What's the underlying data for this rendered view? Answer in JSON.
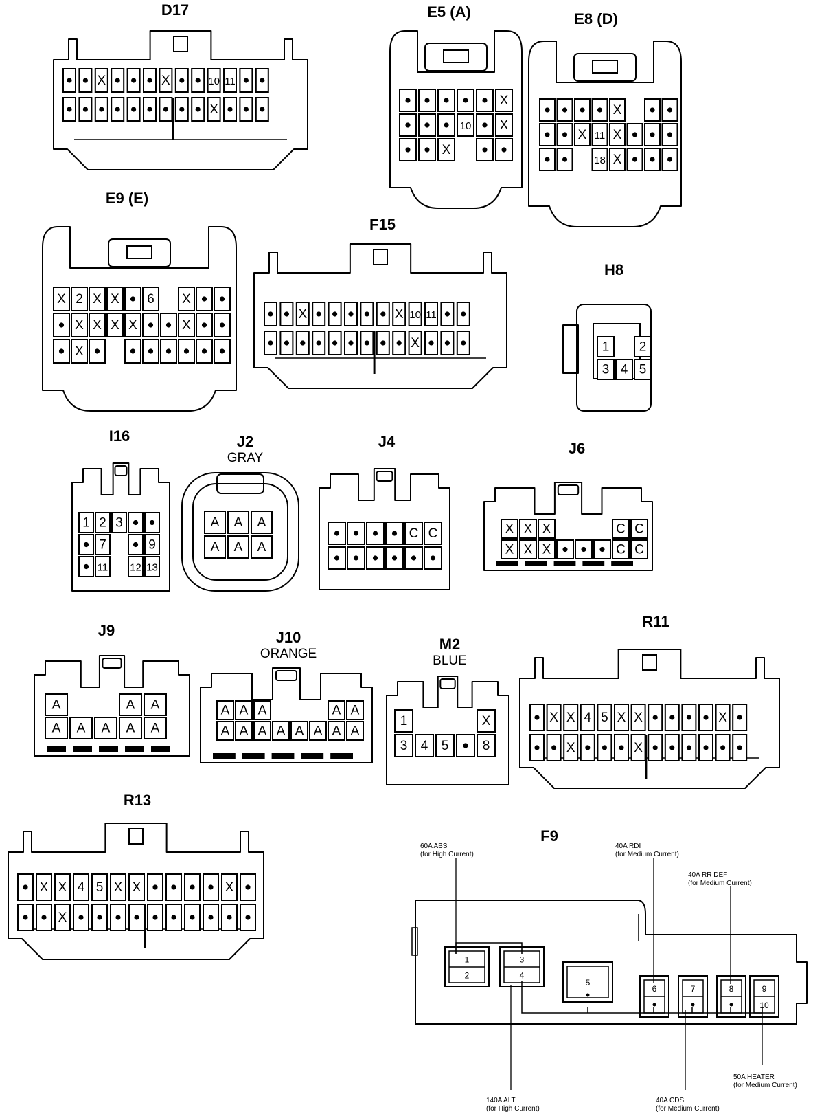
{
  "connectors": [
    {
      "id": "D17",
      "title": "D17",
      "subtitle": "",
      "rows": [
        [
          "•",
          "•",
          "X",
          "•",
          "•",
          "•",
          "X",
          "•",
          "•",
          "10",
          "11",
          "•",
          "•"
        ],
        [
          "•",
          "•",
          "•",
          "•",
          "•",
          "•",
          "•",
          "•",
          "•",
          "X",
          "•",
          "•",
          "•"
        ]
      ]
    },
    {
      "id": "E5",
      "title": "E5 (A)",
      "subtitle": "",
      "rows": [
        [
          "•",
          "•",
          "•",
          "•",
          "•",
          "X"
        ],
        [
          "•",
          "•",
          "•",
          "10",
          "•",
          "X"
        ],
        [
          "•",
          "•",
          "X",
          "",
          "•",
          "•"
        ]
      ]
    },
    {
      "id": "E8",
      "title": "E8 (D)",
      "subtitle": "",
      "rows": [
        [
          "•",
          "•",
          "•",
          "•",
          "X",
          "",
          "•",
          "•"
        ],
        [
          "•",
          "•",
          "X",
          "11",
          "X",
          "•",
          "•",
          "•"
        ],
        [
          "•",
          "•",
          "",
          "18",
          "X",
          "•",
          "•",
          "•"
        ]
      ]
    },
    {
      "id": "E9",
      "title": "E9 (E)",
      "subtitle": "",
      "rows": [
        [
          "X",
          "2",
          "X",
          "X",
          "•",
          "6",
          "",
          "X",
          "•",
          "•"
        ],
        [
          "•",
          "X",
          "X",
          "X",
          "X",
          "•",
          "•",
          "X",
          "•",
          "•"
        ],
        [
          "•",
          "X",
          "•",
          "",
          "•",
          "•",
          "•",
          "•",
          "•",
          "•"
        ]
      ]
    },
    {
      "id": "F15",
      "title": "F15",
      "subtitle": "",
      "rows": [
        [
          "•",
          "•",
          "X",
          "•",
          "•",
          "•",
          "•",
          "•",
          "X",
          "10",
          "11",
          "•",
          "•"
        ],
        [
          "•",
          "•",
          "•",
          "•",
          "•",
          "•",
          "•",
          "•",
          "•",
          "X",
          "•",
          "•",
          "•"
        ]
      ]
    },
    {
      "id": "H8",
      "title": "H8",
      "subtitle": "",
      "rows": [
        [
          "1",
          "",
          "2"
        ],
        [
          "3",
          "4",
          "5"
        ]
      ]
    },
    {
      "id": "I16",
      "title": "I16",
      "subtitle": "",
      "rows": [
        [
          "1",
          "2",
          "3",
          "•",
          "•"
        ],
        [
          "•",
          "7",
          "",
          "•",
          "9"
        ],
        [
          "•",
          "11",
          "",
          "12",
          "13"
        ]
      ]
    },
    {
      "id": "J2",
      "title": "J2",
      "subtitle": "GRAY",
      "rows": [
        [
          "A",
          "A",
          "A"
        ],
        [
          "A",
          "A",
          "A"
        ]
      ]
    },
    {
      "id": "J4",
      "title": "J4",
      "subtitle": "",
      "rows": [
        [
          "•",
          "•",
          "•",
          "•",
          "C",
          "C"
        ],
        [
          "•",
          "•",
          "•",
          "•",
          "•",
          "•"
        ]
      ]
    },
    {
      "id": "J6",
      "title": "J6",
      "subtitle": "",
      "rows": [
        [
          "X",
          "X",
          "X",
          "",
          "",
          "",
          "C",
          "C"
        ],
        [
          "X",
          "X",
          "X",
          "•",
          "•",
          "•",
          "C",
          "C"
        ]
      ]
    },
    {
      "id": "J9",
      "title": "J9",
      "subtitle": "",
      "rows": [
        [
          "A",
          "",
          "",
          "A",
          "A"
        ],
        [
          "A",
          "A",
          "A",
          "A",
          "A"
        ]
      ]
    },
    {
      "id": "J10",
      "title": "J10",
      "subtitle": "ORANGE",
      "rows": [
        [
          "A",
          "A",
          "A",
          "",
          "",
          "",
          "A",
          "A"
        ],
        [
          "A",
          "A",
          "A",
          "A",
          "A",
          "A",
          "A",
          "A"
        ]
      ]
    },
    {
      "id": "M2",
      "title": "M2",
      "subtitle": "BLUE",
      "rows": [
        [
          "1",
          "",
          "",
          "",
          "X"
        ],
        [
          "3",
          "4",
          "5",
          "•",
          "8"
        ]
      ]
    },
    {
      "id": "R11",
      "title": "R11",
      "subtitle": "",
      "rows": [
        [
          "•",
          "X",
          "X",
          "4",
          "5",
          "X",
          "X",
          "•",
          "•",
          "•",
          "•",
          "X",
          "•"
        ],
        [
          "•",
          "•",
          "X",
          "•",
          "•",
          "•",
          "X",
          "•",
          "•",
          "•",
          "•",
          "•",
          "•"
        ]
      ]
    },
    {
      "id": "R13",
      "title": "R13",
      "subtitle": "",
      "rows": [
        [
          "•",
          "X",
          "X",
          "4",
          "5",
          "X",
          "X",
          "•",
          "•",
          "•",
          "•",
          "X",
          "•"
        ],
        [
          "•",
          "•",
          "X",
          "•",
          "•",
          "•",
          "•",
          "•",
          "•",
          "•",
          "•",
          "•",
          "•"
        ]
      ]
    }
  ],
  "fuse_block": {
    "title": "F9",
    "cells": [
      "1",
      "2",
      "3",
      "4",
      "5",
      "6",
      "7",
      "8",
      "9",
      "10"
    ],
    "callouts": [
      {
        "id": "abs",
        "name": "60A ABS",
        "note": "(for High Current)"
      },
      {
        "id": "rdi",
        "name": "40A RDI",
        "note": "(for Medium Current)"
      },
      {
        "id": "rrdef",
        "name": "40A RR DEF",
        "note": "(for Medium Current)"
      },
      {
        "id": "alt",
        "name": "140A ALT",
        "note": "(for High Current)"
      },
      {
        "id": "cds",
        "name": "40A CDS",
        "note": "(for Medium Current)"
      },
      {
        "id": "heater",
        "name": "50A HEATER",
        "note": "(for Medium Current)"
      }
    ]
  }
}
